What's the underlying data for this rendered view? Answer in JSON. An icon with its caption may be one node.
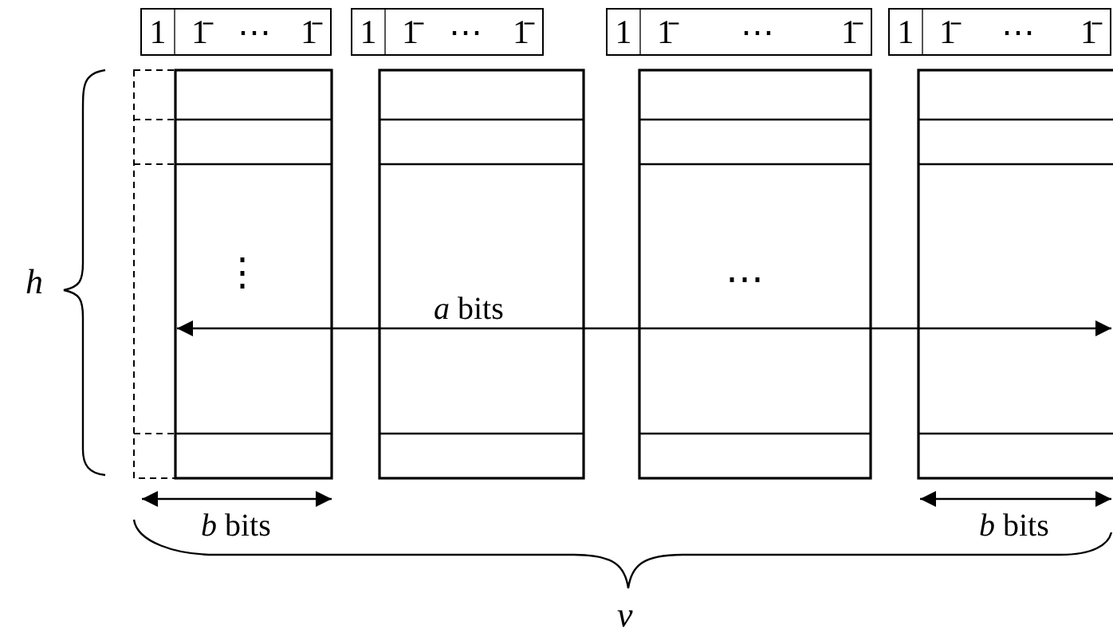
{
  "diagram": {
    "nodes": [
      {
        "text": [
          "1",
          "1̄",
          "⋯",
          "1̄"
        ]
      },
      {
        "text": [
          "1",
          "1̄",
          "⋯",
          "1̄"
        ]
      },
      {
        "text": [
          "1",
          "1̄",
          "⋯",
          "1̄"
        ]
      },
      {
        "text": [
          "1",
          "1̄",
          "⋯",
          "1̄"
        ]
      }
    ],
    "labels": [
      "h",
      "⋮",
      "⋯",
      "*a* bits",
      "*b* bits",
      "*b* bits",
      "v"
    ]
  }
}
